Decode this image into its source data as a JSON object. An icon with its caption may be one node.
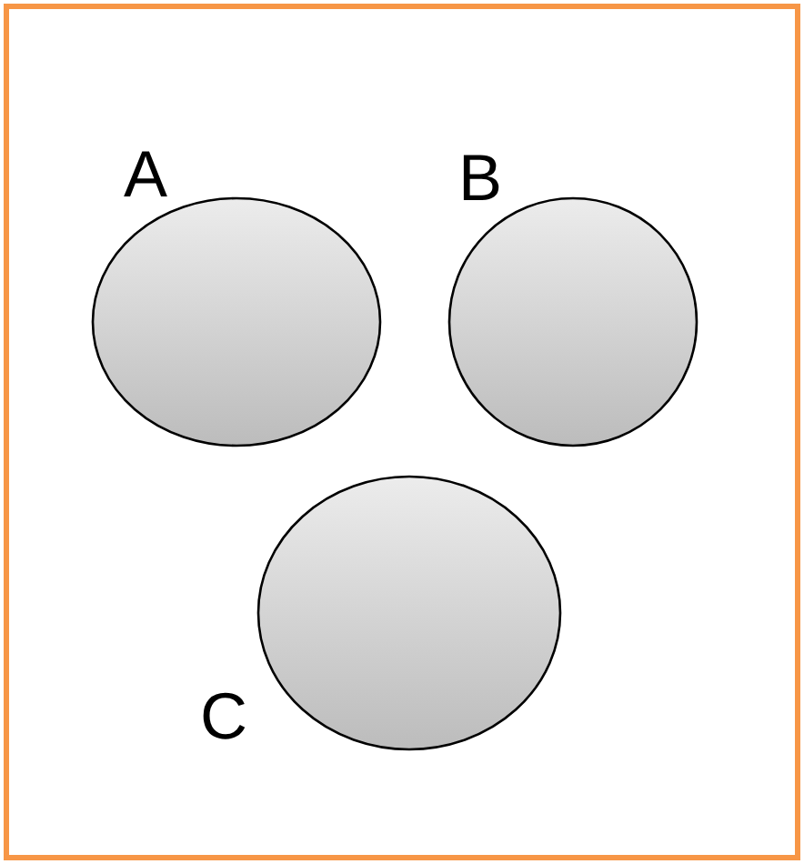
{
  "diagram": {
    "nodes": [
      {
        "text": [],
        "shape": "box"
      },
      {
        "text": [
          "A"
        ],
        "in": 0
      },
      {
        "text": [
          "B"
        ],
        "in": 0
      },
      {
        "text": [
          "C"
        ],
        "in": 0
      }
    ]
  }
}
